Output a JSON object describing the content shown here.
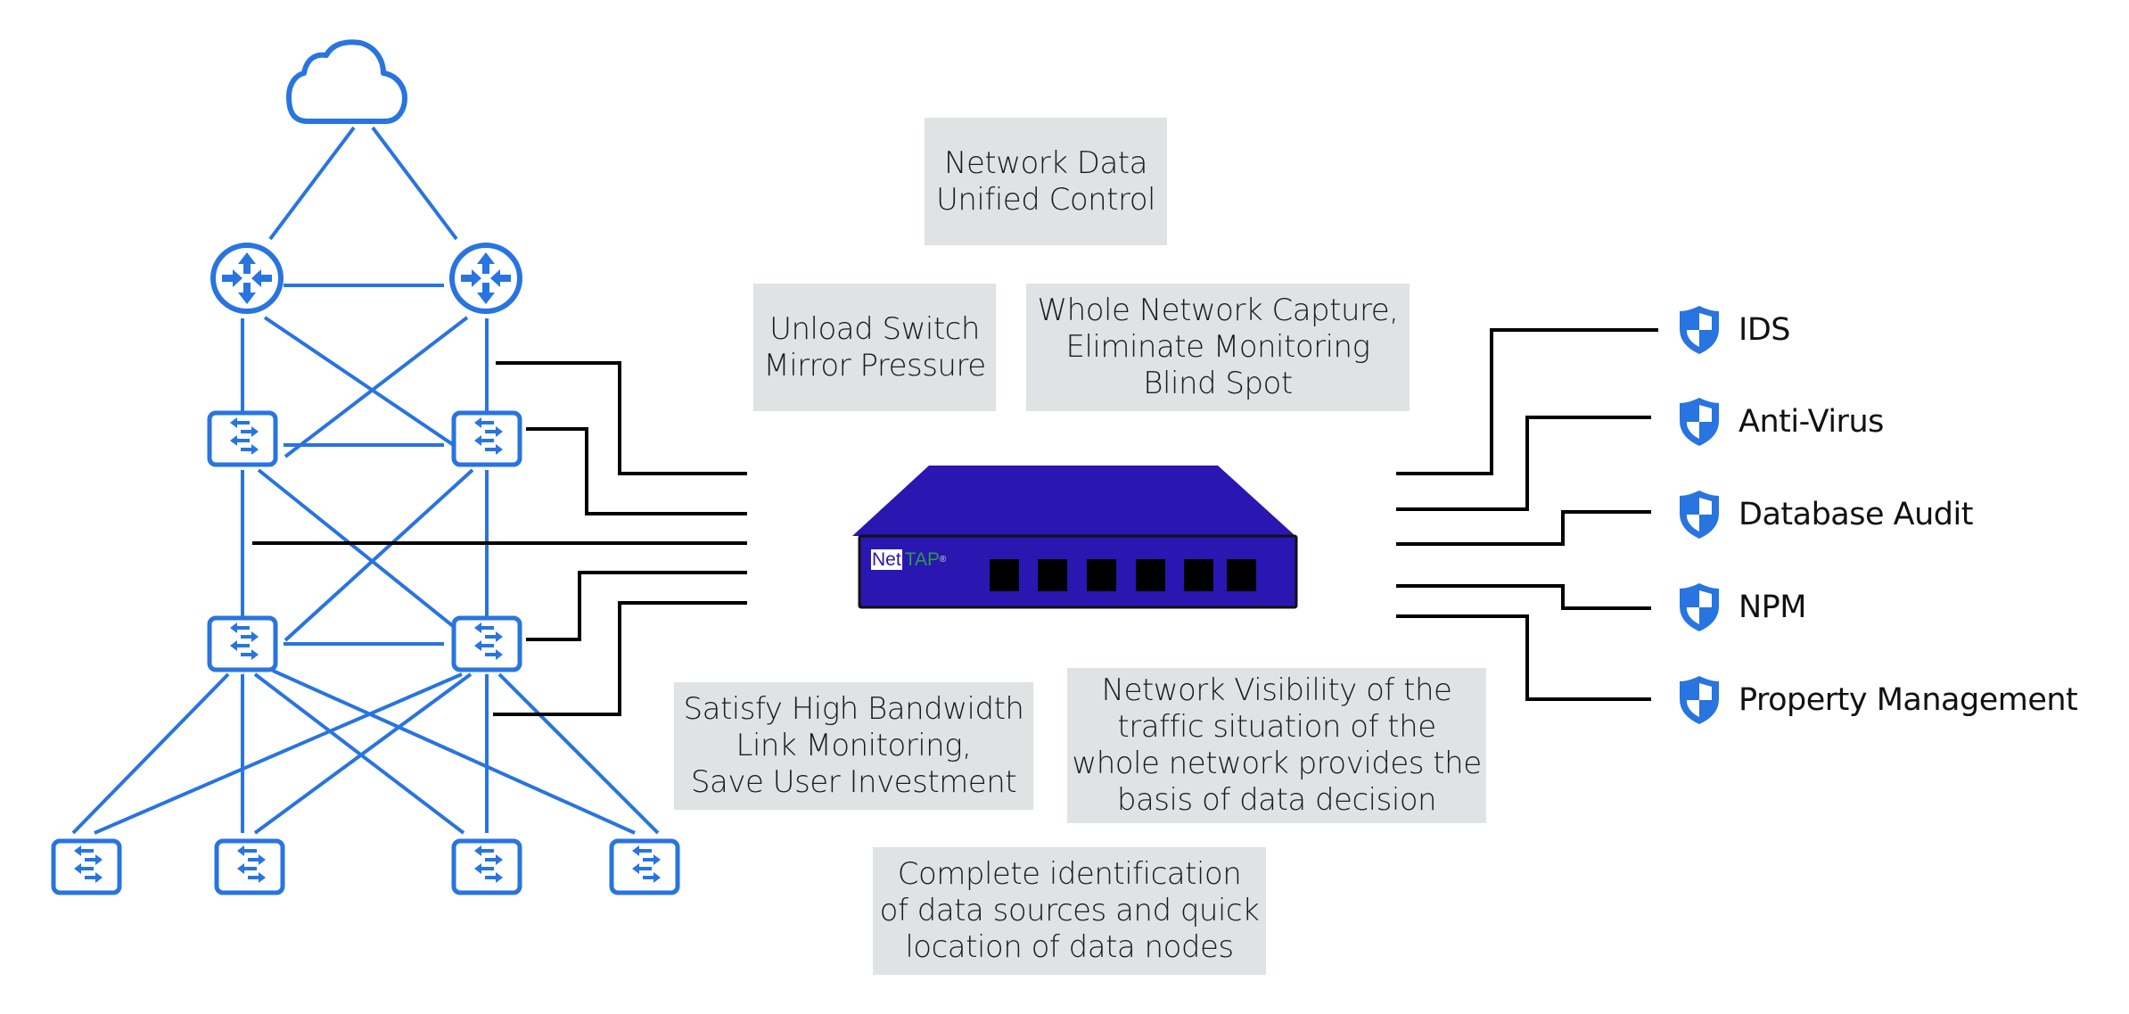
{
  "diagram": {
    "title": "NetTAP network visibility deployment",
    "colors": {
      "network_blue": "#2874e0",
      "device_fill": "#2a16b0",
      "link_black": "#000000",
      "box_fill": "#dfe3e3",
      "logo_green": "#2f9a47"
    },
    "device": {
      "brand_part1": "Net",
      "brand_part2": "TAP",
      "registered": "®",
      "port_count": 6
    },
    "benefits": [
      {
        "id": "unified-control",
        "text": "Network Data\nUnified Control"
      },
      {
        "id": "unload-switch",
        "text": "Unload Switch\nMirror Pressure"
      },
      {
        "id": "whole-capture",
        "text": "Whole Network Capture,\nEliminate Monitoring\nBlind Spot"
      },
      {
        "id": "high-bandwidth",
        "text": "Satisfy High Bandwidth\nLink Monitoring,\nSave User Investment"
      },
      {
        "id": "visibility",
        "text": "Network Visibility of the\ntraffic situation of the\nwhole network provides the\nbasis of data decision"
      },
      {
        "id": "identification",
        "text": "Complete identification\nof data sources and quick\nlocation of data nodes"
      }
    ],
    "tools": [
      {
        "label": "IDS",
        "icon": "shield-icon"
      },
      {
        "label": "Anti-Virus",
        "icon": "shield-icon"
      },
      {
        "label": "Database Audit",
        "icon": "shield-icon"
      },
      {
        "label": "NPM",
        "icon": "shield-icon"
      },
      {
        "label": "Property Management",
        "icon": "shield-icon"
      }
    ],
    "network_nodes": {
      "cloud": 1,
      "routers": 2,
      "core_switches": 2,
      "aggregation_switches": 2,
      "access_switches": 4
    }
  }
}
